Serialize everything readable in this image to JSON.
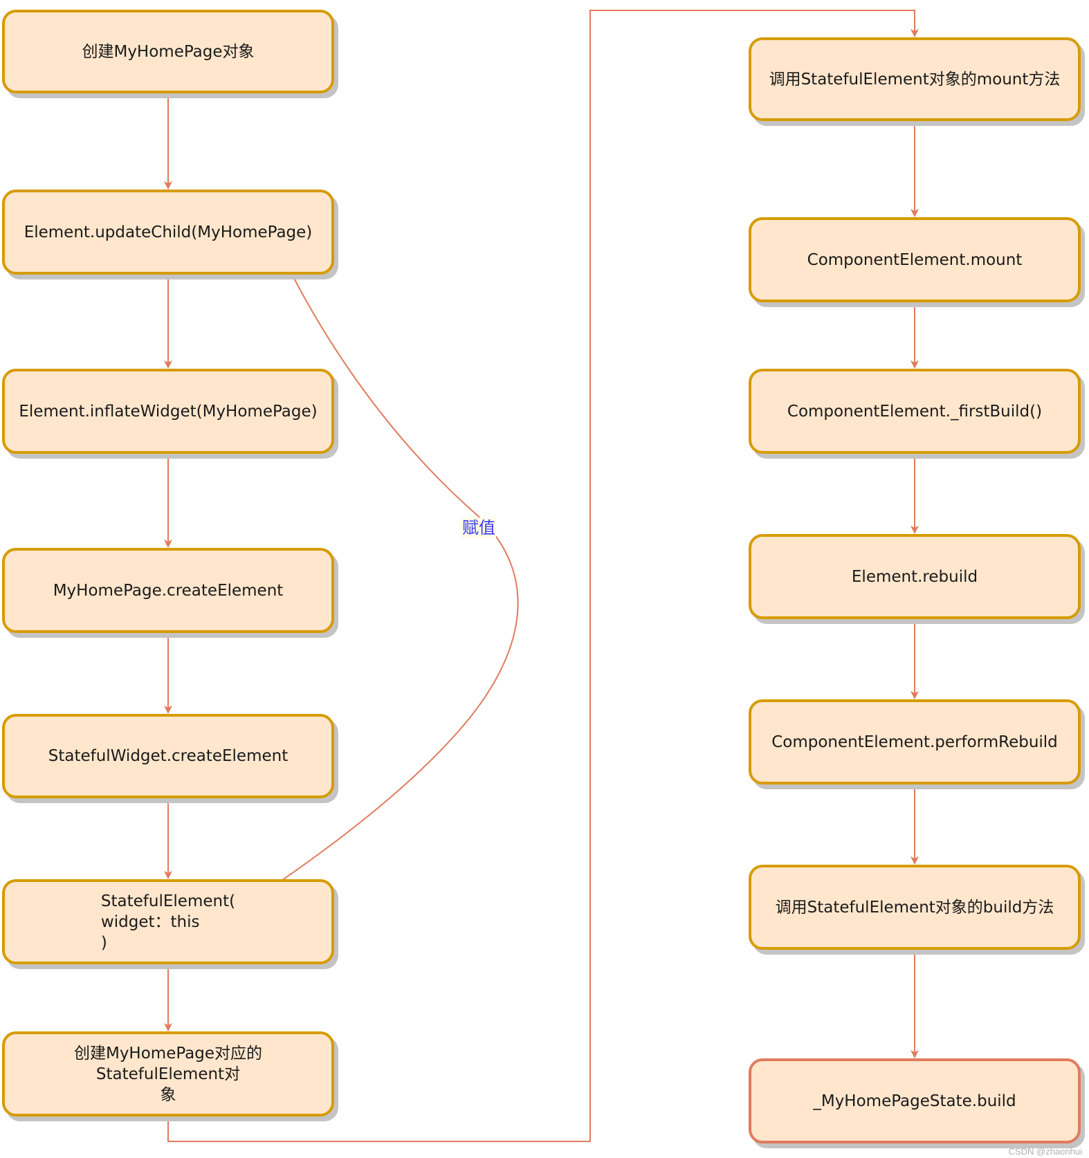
{
  "nodes": [
    {
      "id": "n1",
      "label": "创建MyHomePage对象"
    },
    {
      "id": "n2",
      "label": "Element.updateChild(MyHomePage)"
    },
    {
      "id": "n3",
      "label": "Element.inflateWidget(MyHomePage)"
    },
    {
      "id": "n4",
      "label": "MyHomePage.createElement"
    },
    {
      "id": "n5",
      "label": "StatefulWidget.createElement"
    },
    {
      "id": "n6",
      "label": "StatefulElement(\n   widget：this\n)"
    },
    {
      "id": "n7",
      "label": "创建MyHomePage对应的StatefulElement对\n象"
    },
    {
      "id": "n8",
      "label": "调用StatefulElement对象的mount方法"
    },
    {
      "id": "n9",
      "label": "ComponentElement.mount"
    },
    {
      "id": "n10",
      "label": "ComponentElement._firstBuild()"
    },
    {
      "id": "n11",
      "label": "Element.rebuild"
    },
    {
      "id": "n12",
      "label": "ComponentElement.performRebuild"
    },
    {
      "id": "n13",
      "label": "调用StatefulElement对象的build方法"
    },
    {
      "id": "n14",
      "label": "_MyHomePageState.build"
    }
  ],
  "edges": [
    {
      "from": "n1",
      "to": "n2"
    },
    {
      "from": "n2",
      "to": "n3"
    },
    {
      "from": "n3",
      "to": "n4"
    },
    {
      "from": "n4",
      "to": "n5"
    },
    {
      "from": "n5",
      "to": "n6"
    },
    {
      "from": "n6",
      "to": "n7"
    },
    {
      "from": "n7",
      "to": "n8"
    },
    {
      "from": "n8",
      "to": "n9"
    },
    {
      "from": "n9",
      "to": "n10"
    },
    {
      "from": "n10",
      "to": "n11"
    },
    {
      "from": "n11",
      "to": "n12"
    },
    {
      "from": "n12",
      "to": "n13"
    },
    {
      "from": "n13",
      "to": "n14"
    },
    {
      "from": "n2",
      "to": "n6",
      "label": "赋值"
    }
  ],
  "watermark": "CSDN @zhaonhui",
  "colors": {
    "node_fill": "#ffe6cc",
    "node_border": "#d79b00",
    "last_border": "#e07b5d",
    "edge": "#e07b5d",
    "label_text": "#3b3bf0"
  }
}
